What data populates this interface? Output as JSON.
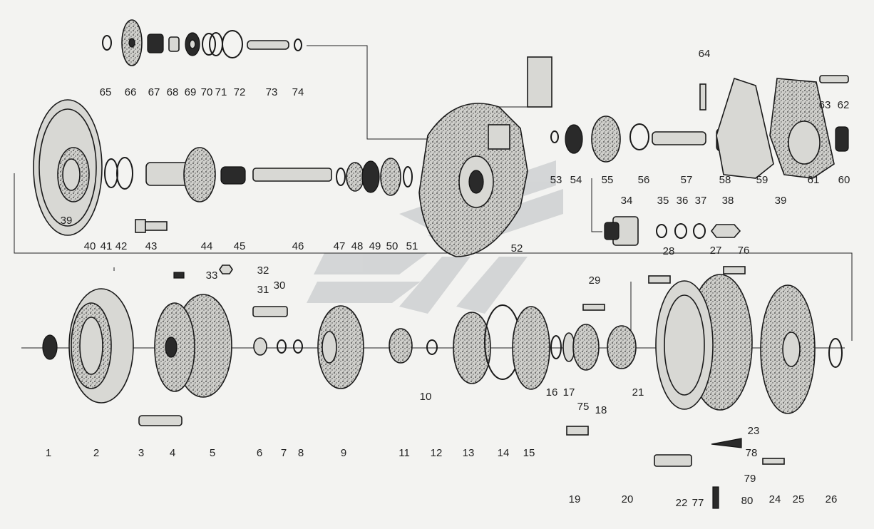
{
  "diagram": {
    "labels_row1": [
      "65",
      "66",
      "67",
      "68",
      "69",
      "70",
      "71",
      "72",
      "73",
      "74"
    ],
    "labels_row2": [
      "39",
      "40",
      "41",
      "42",
      "43",
      "44",
      "45",
      "46",
      "47",
      "48",
      "49",
      "50",
      "51",
      "52",
      "53",
      "54",
      "55",
      "56",
      "57",
      "58",
      "59",
      "60",
      "61",
      "62",
      "63",
      "64"
    ],
    "labels_right": [
      "34",
      "35",
      "36",
      "37",
      "38",
      "39"
    ],
    "labels_row3": [
      "1",
      "2",
      "3",
      "4",
      "5",
      "6",
      "7",
      "8",
      "9",
      "10",
      "11",
      "12",
      "13",
      "14",
      "15",
      "16",
      "17",
      "18",
      "19",
      "20",
      "21",
      "22",
      "23",
      "24",
      "25",
      "26",
      "27",
      "28",
      "29",
      "30",
      "31",
      "32",
      "33",
      "75",
      "76",
      "77",
      "78",
      "79",
      "80"
    ]
  }
}
